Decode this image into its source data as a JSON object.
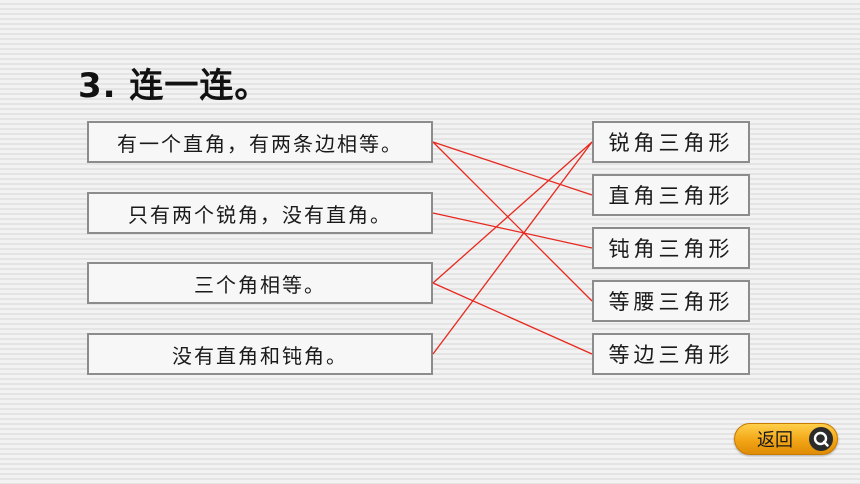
{
  "title": "3. 连一连。",
  "left_items": [
    "有一个直角，有两条边相等。",
    "只有两个锐角，没有直角。",
    "三个角相等。",
    "没有直角和钝角。"
  ],
  "right_items": [
    "锐角三角形",
    "直角三角形",
    "钝角三角形",
    "等腰三角形",
    "等边三角形"
  ],
  "connections": [
    {
      "from": 0,
      "to": 1
    },
    {
      "from": 0,
      "to": 3
    },
    {
      "from": 1,
      "to": 2
    },
    {
      "from": 2,
      "to": 0
    },
    {
      "from": 2,
      "to": 4
    },
    {
      "from": 3,
      "to": 0
    }
  ],
  "line_color": "#e8281e",
  "back_button": {
    "label": "返回",
    "icon": "search-back-icon"
  }
}
